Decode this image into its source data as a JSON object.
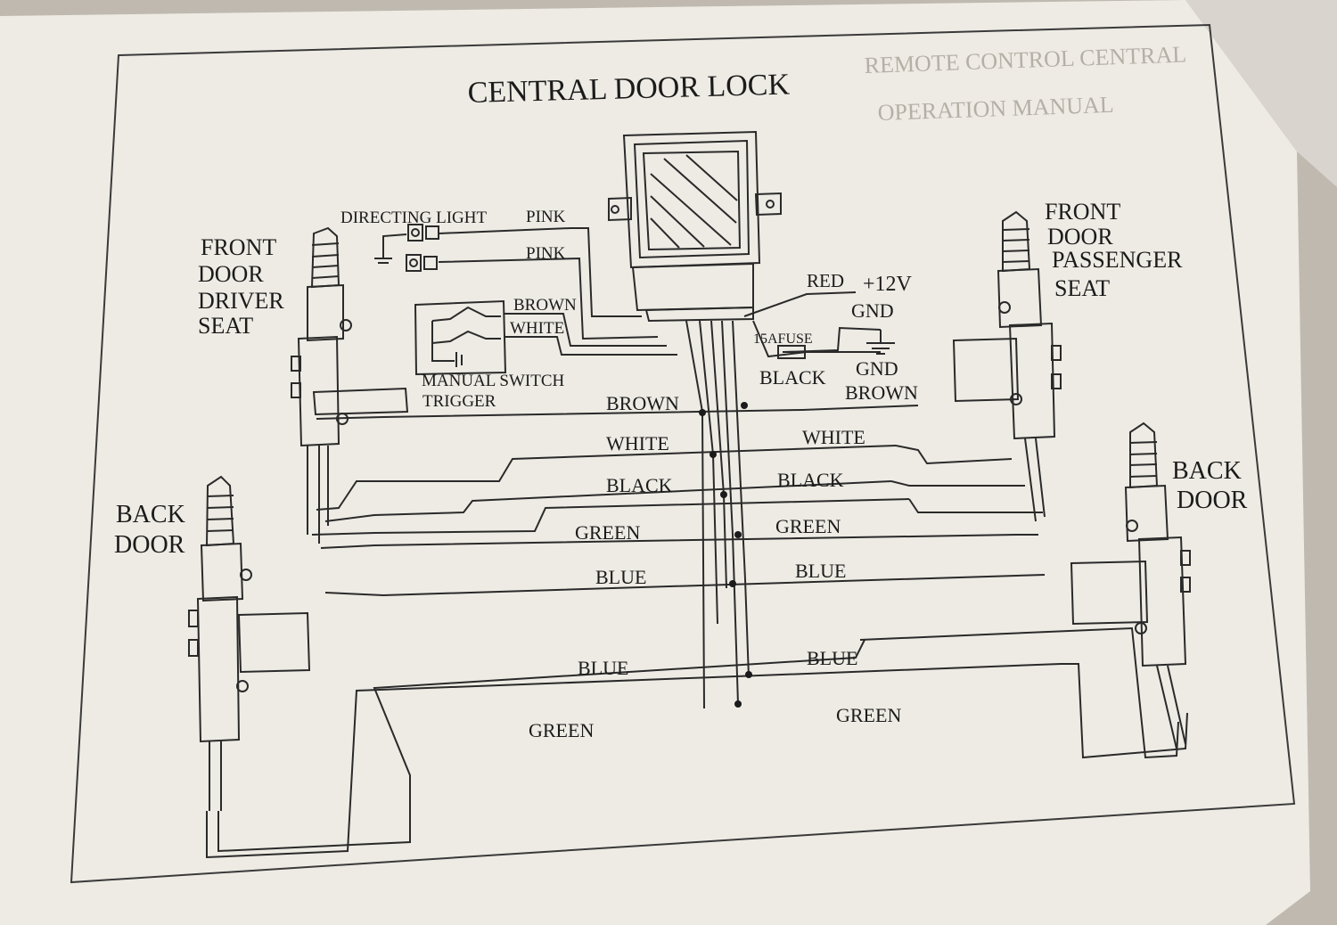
{
  "title": "CENTRAL DOOR LOCK",
  "bleed_through": {
    "line1": "REMOTE CONTROL CENTRAL",
    "line2": "OPERATION MANUAL"
  },
  "actuators": {
    "front_driver": [
      "FRONT",
      "DOOR",
      "DRIVER",
      "SEAT"
    ],
    "front_passenger": [
      "FRONT",
      "DOOR",
      "PASSENGER",
      "SEAT"
    ],
    "back_left": [
      "BACK",
      "DOOR"
    ],
    "back_right": [
      "BACK",
      "DOOR"
    ]
  },
  "top_labels": {
    "directing_light": "DIRECTING LIGHT",
    "pink1": "PINK",
    "pink2": "PINK",
    "brown": "BROWN",
    "white": "WHITE",
    "manual_switch": "MANUAL SWITCH",
    "trigger": "TRIGGER",
    "red": "RED",
    "plus12v": "+12V",
    "gnd1": "GND",
    "fuse": "15AFUSE",
    "black": "BLACK",
    "gnd2": "GND"
  },
  "wires": {
    "left": [
      "BROWN",
      "WHITE",
      "BLACK",
      "GREEN",
      "BLUE"
    ],
    "right": [
      "BROWN",
      "WHITE",
      "BLACK",
      "GREEN",
      "BLUE"
    ],
    "bottom_left": [
      "BLUE",
      "GREEN"
    ],
    "bottom_right": [
      "BLUE",
      "GREEN"
    ]
  },
  "colors": {
    "paper": "#eeebe4",
    "ink": "#1b1b1b",
    "background": "#bfb9b0"
  }
}
